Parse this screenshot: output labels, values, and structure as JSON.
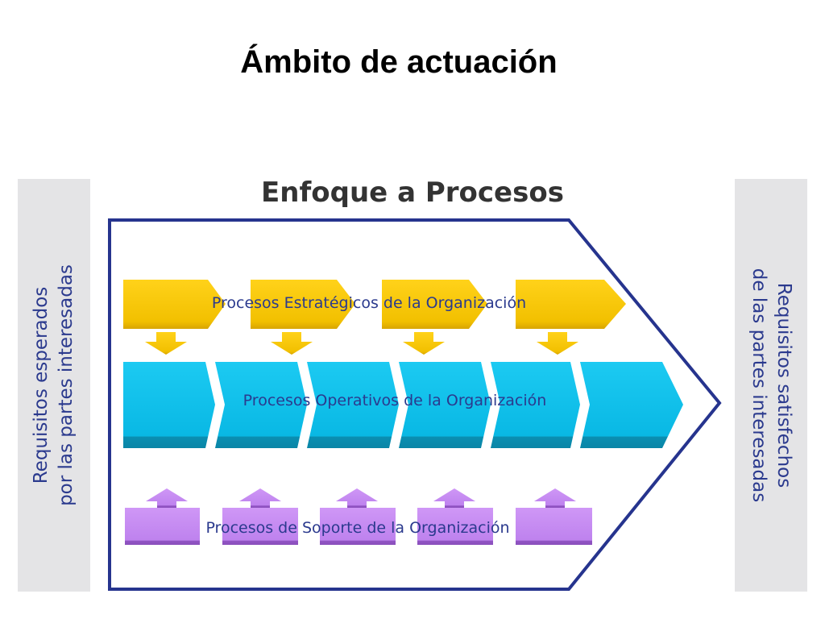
{
  "slide": {
    "title": "Ámbito de actuación"
  },
  "diagram": {
    "heading": "Enfoque a Procesos",
    "left_panel": {
      "line1": "Requisitos esperados",
      "line2": "por las partes interesadas"
    },
    "right_panel": {
      "line1": "Requisitos satisfechos",
      "line2": "de las partes interesadas"
    },
    "rows": {
      "strategic": {
        "label": "Procesos Estratégicos de la Organización",
        "color": "#f5c400"
      },
      "operative": {
        "label": "Procesos Operativos de la Organización",
        "color": "#0fc0ea"
      },
      "support": {
        "label": "Procesos de Soporte de la Organización",
        "color": "#c387f0"
      }
    },
    "colors": {
      "frame": "#26348e",
      "label_text": "#2b3a8e",
      "panel": "#e4e4e6"
    }
  }
}
